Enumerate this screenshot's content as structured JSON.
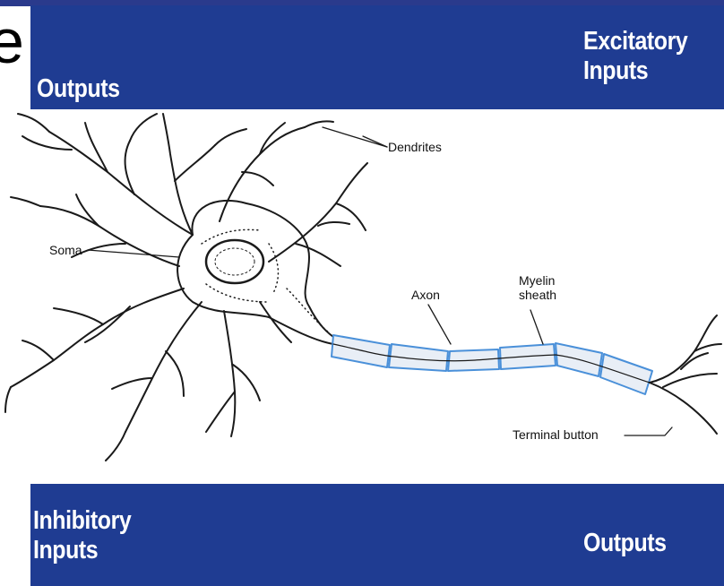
{
  "slide": {
    "partial_title_glyph": "e"
  },
  "top_band": {
    "left_label": "Outputs",
    "right_label": "Excitatory\nInputs"
  },
  "bottom_band": {
    "left_label": "Inhibitory\nInputs",
    "right_label": "Outputs"
  },
  "diagram": {
    "labels": {
      "dendrites": "Dendrites",
      "soma": "Soma",
      "axon": "Axon",
      "myelin_sheath_line1": "Myelin",
      "myelin_sheath_line2": "sheath",
      "terminal_button": "Terminal button"
    },
    "colors": {
      "band": "#1f3c92",
      "myelin_outline": "#4a90d9",
      "ink": "#1a1a1a"
    }
  }
}
